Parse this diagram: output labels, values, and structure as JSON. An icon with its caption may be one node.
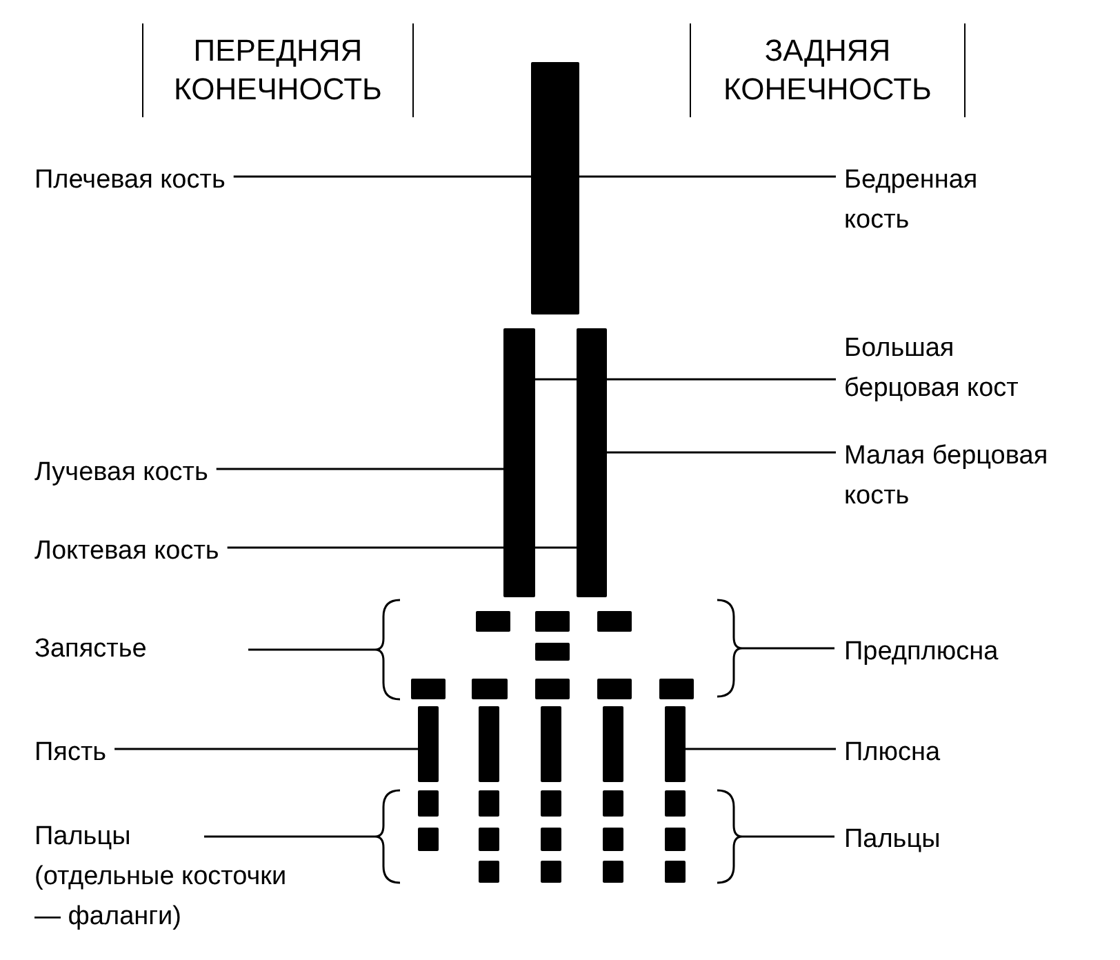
{
  "diagram": {
    "nodes": [
      {
        "text": [
          "ПЕРЕДНЯЯ КОНЕЧНОСТЬ"
        ]
      },
      {
        "text": [
          "ЗАДНЯЯ КОНЕЧНОСТЬ"
        ]
      },
      {
        "text": [
          "Плечевая кость"
        ]
      },
      {
        "text": [
          "Бедренная кость"
        ]
      },
      {
        "text": [],
        "shape": "bar"
      },
      {
        "text": [
          "Большая берцовая кост"
        ]
      },
      {
        "text": [
          "Лучевая кость"
        ]
      },
      {
        "text": [
          "Малая берцовая кость"
        ]
      },
      {
        "text": [
          "Локтевая кость"
        ]
      },
      {
        "text": [],
        "shape": "bar"
      },
      {
        "text": [],
        "shape": "bar"
      },
      {
        "text": [
          "Запястье"
        ]
      },
      {
        "text": [
          "Предплюсна"
        ]
      },
      {
        "text": [
          "Пясть"
        ]
      },
      {
        "text": [
          "Плюсна"
        ]
      },
      {
        "text": [],
        "shape": "bar"
      },
      {
        "text": [],
        "shape": "bar"
      },
      {
        "text": [
          "Пальцы",
          "(отдельные косточки — фаланги)"
        ]
      },
      {
        "text": [
          "Пальцы"
        ]
      }
    ],
    "edges": [
      {
        "from": 2,
        "to": 4,
        "arrow": "none"
      },
      {
        "from": 3,
        "to": 4,
        "arrow": "none"
      },
      {
        "from": 5,
        "to": 9,
        "arrow": "none"
      },
      {
        "from": 7,
        "to": 10,
        "arrow": "none"
      },
      {
        "from": 6,
        "to": 9,
        "arrow": "none"
      },
      {
        "from": 8,
        "to": 10,
        "arrow": "none"
      },
      {
        "from": 13,
        "to": 15,
        "arrow": "none"
      },
      {
        "from": 14,
        "to": 16,
        "arrow": "none"
      }
    ]
  }
}
